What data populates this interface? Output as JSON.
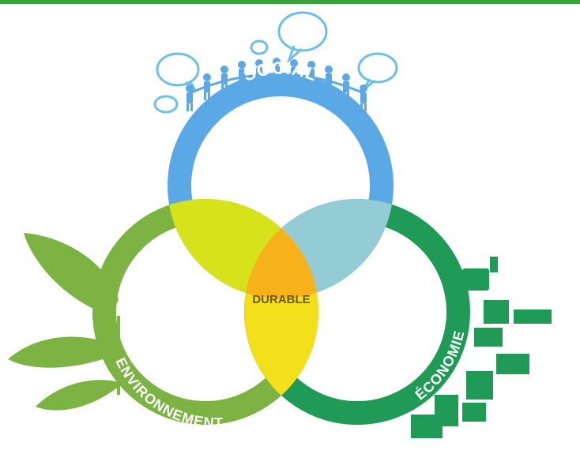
{
  "diagram": {
    "center_label": "DURABLE",
    "rings": {
      "social": {
        "label": "SOCIAL",
        "color": "#5aa9e6"
      },
      "environment": {
        "label": "ENVIRONNEMENT",
        "color": "#7cb342"
      },
      "economy": {
        "label": "ÉCONOMIE",
        "color": "#1f9a57"
      }
    },
    "overlap_colors": {
      "social_environment": "#d6e21a",
      "social_economy": "#94ccd6",
      "environment_economy": "#f3df1a",
      "center": "#f7b21a"
    },
    "top_bar_color": "#3aa040"
  }
}
